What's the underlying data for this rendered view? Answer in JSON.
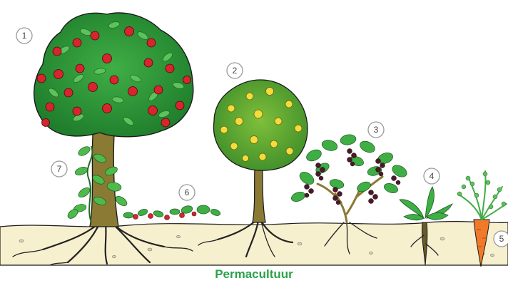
{
  "caption": "Permacultuur",
  "labels": [
    {
      "id": 1,
      "text": "1"
    },
    {
      "id": 2,
      "text": "2"
    },
    {
      "id": 3,
      "text": "3"
    },
    {
      "id": 4,
      "text": "4"
    },
    {
      "id": 5,
      "text": "5"
    },
    {
      "id": 6,
      "text": "6"
    },
    {
      "id": 7,
      "text": "7"
    }
  ],
  "colors": {
    "soil": "#f7f0cf",
    "trunk": "#8a7a34",
    "leaf": "#2f9a3a",
    "apple": "#d8242f",
    "citrus_fruit": "#f2dd3c",
    "grape": "#4a1a2a",
    "carrot": "#f07a2a",
    "caption": "#2aa24a"
  }
}
